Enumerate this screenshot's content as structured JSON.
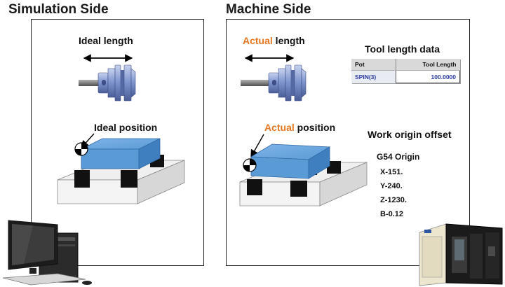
{
  "simulation": {
    "title": "Simulation Side",
    "length_label": "Ideal length",
    "position_label": "Ideal position"
  },
  "machine": {
    "title": "Machine Side",
    "length_accent": "Actual",
    "length_rest": " length",
    "position_accent": "Actual",
    "position_rest": " position",
    "tool_length_title": "Tool length data",
    "table_header_pot": "Pot",
    "table_header_length": "Tool Length",
    "table_pot": "SPIN(3)",
    "table_length": "100.0000",
    "work_origin_title": "Work origin offset",
    "origin_name": "G54 Origin",
    "x": "X-151.",
    "y": "Y-240.",
    "z": "Z-1230.",
    "b": "B-0.12"
  },
  "colors": {
    "accent": "#e87722",
    "workpiece": "#5b9bd5",
    "tool": "#7f93c9",
    "table_value": "#2b3aa0"
  }
}
